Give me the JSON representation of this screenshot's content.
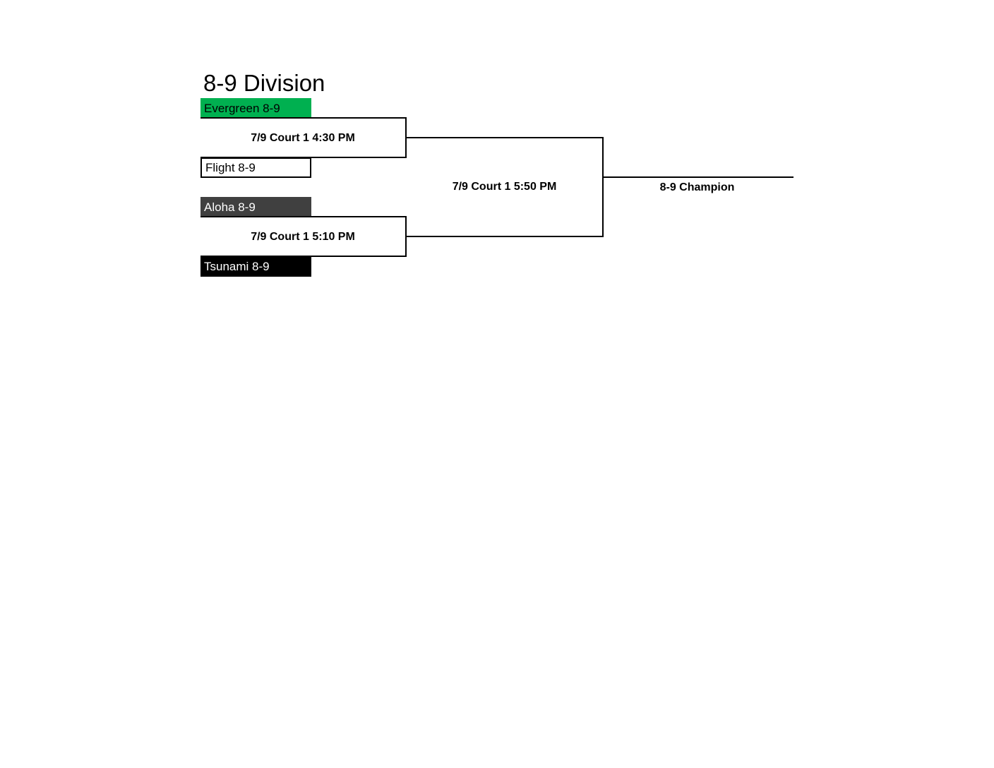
{
  "title": "8-9 Division",
  "colors": {
    "evergreen": "#00b050",
    "aloha": "#404040",
    "tsunami": "#000000",
    "flight": "#ffffff"
  },
  "teams": [
    {
      "name": "Evergreen 8-9"
    },
    {
      "name": "Flight 8-9"
    },
    {
      "name": "Aloha 8-9"
    },
    {
      "name": "Tsunami 8-9"
    }
  ],
  "games": {
    "semi1": "7/9 Court 1 4:30 PM",
    "semi2": "7/9 Court 1 5:10 PM",
    "final": "7/9 Court 1 5:50 PM"
  },
  "champion": "8-9 Champion"
}
